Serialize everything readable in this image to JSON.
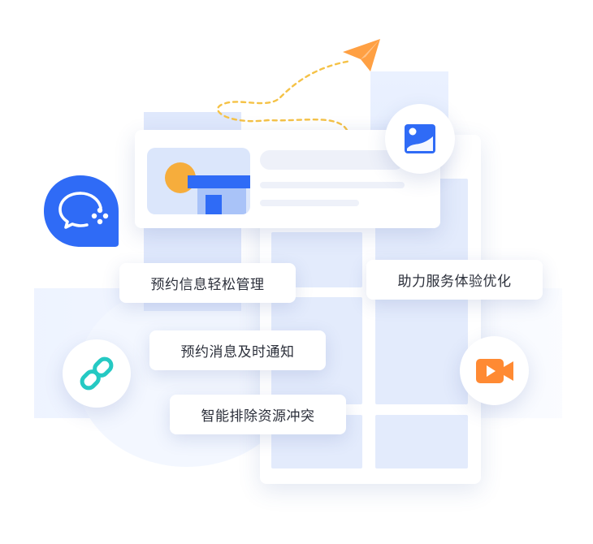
{
  "features": {
    "appointment_info": "预约信息轻松管理",
    "service_optimize": "助力服务体验优化",
    "appointment_notice": "预约消息及时通知",
    "avoid_conflict": "智能排除资源冲突"
  },
  "colors": {
    "brand_blue": "#2f6bf6",
    "accent_orange": "#ffa043",
    "accent_yellow": "#f5c246",
    "link_teal": "#25c9c3",
    "video_orange": "#ff8a33",
    "panel_tint": "#e3ebfc"
  },
  "icons": {
    "wecom": "wecom-chat-icon",
    "image": "image-icon",
    "link": "link-icon",
    "video": "video-camera-icon",
    "plane": "paper-plane-icon"
  }
}
